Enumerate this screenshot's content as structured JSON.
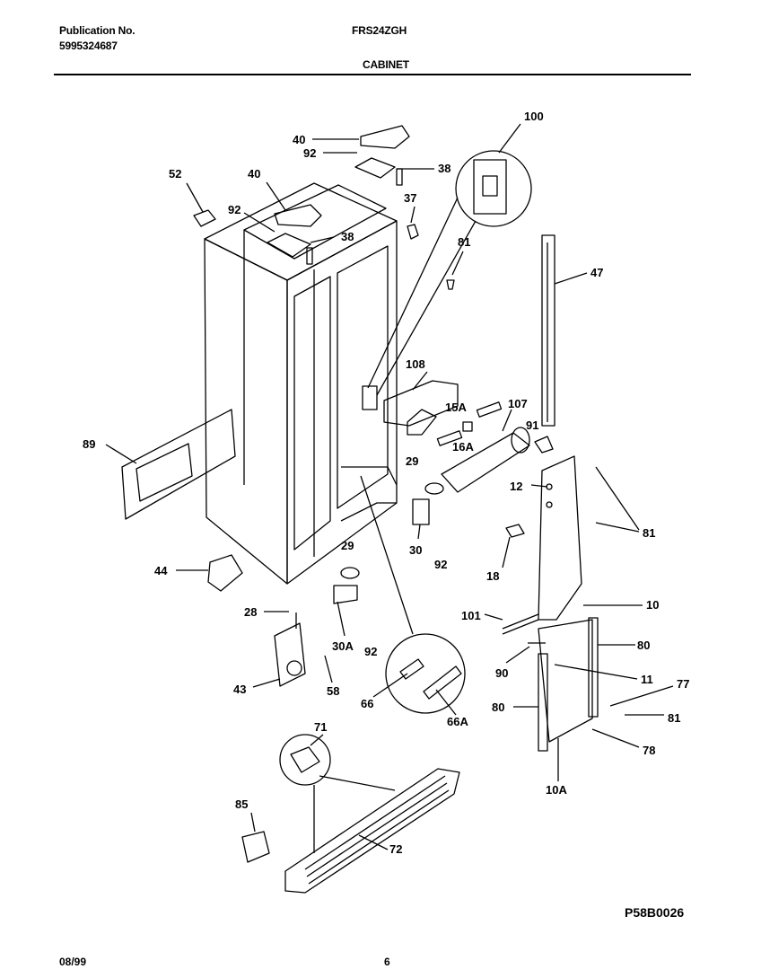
{
  "header": {
    "publication_label": "Publication No.",
    "publication_number": "5995324687",
    "model": "FRS24ZGH",
    "section": "CABINET"
  },
  "diagram": {
    "callouts": [
      "40",
      "92",
      "38",
      "100",
      "52",
      "40",
      "92",
      "38",
      "37",
      "81",
      "47",
      "108",
      "15A",
      "107",
      "91",
      "16A",
      "89",
      "29",
      "12",
      "81",
      "30",
      "92",
      "18",
      "44",
      "29",
      "10",
      "28",
      "101",
      "30A",
      "92",
      "80",
      "90",
      "11",
      "77",
      "43",
      "58",
      "66",
      "66A",
      "80",
      "81",
      "78",
      "71",
      "10A",
      "85",
      "72"
    ],
    "drawing_code": "P58B0026"
  },
  "footer": {
    "date": "08/99",
    "page": "6"
  }
}
